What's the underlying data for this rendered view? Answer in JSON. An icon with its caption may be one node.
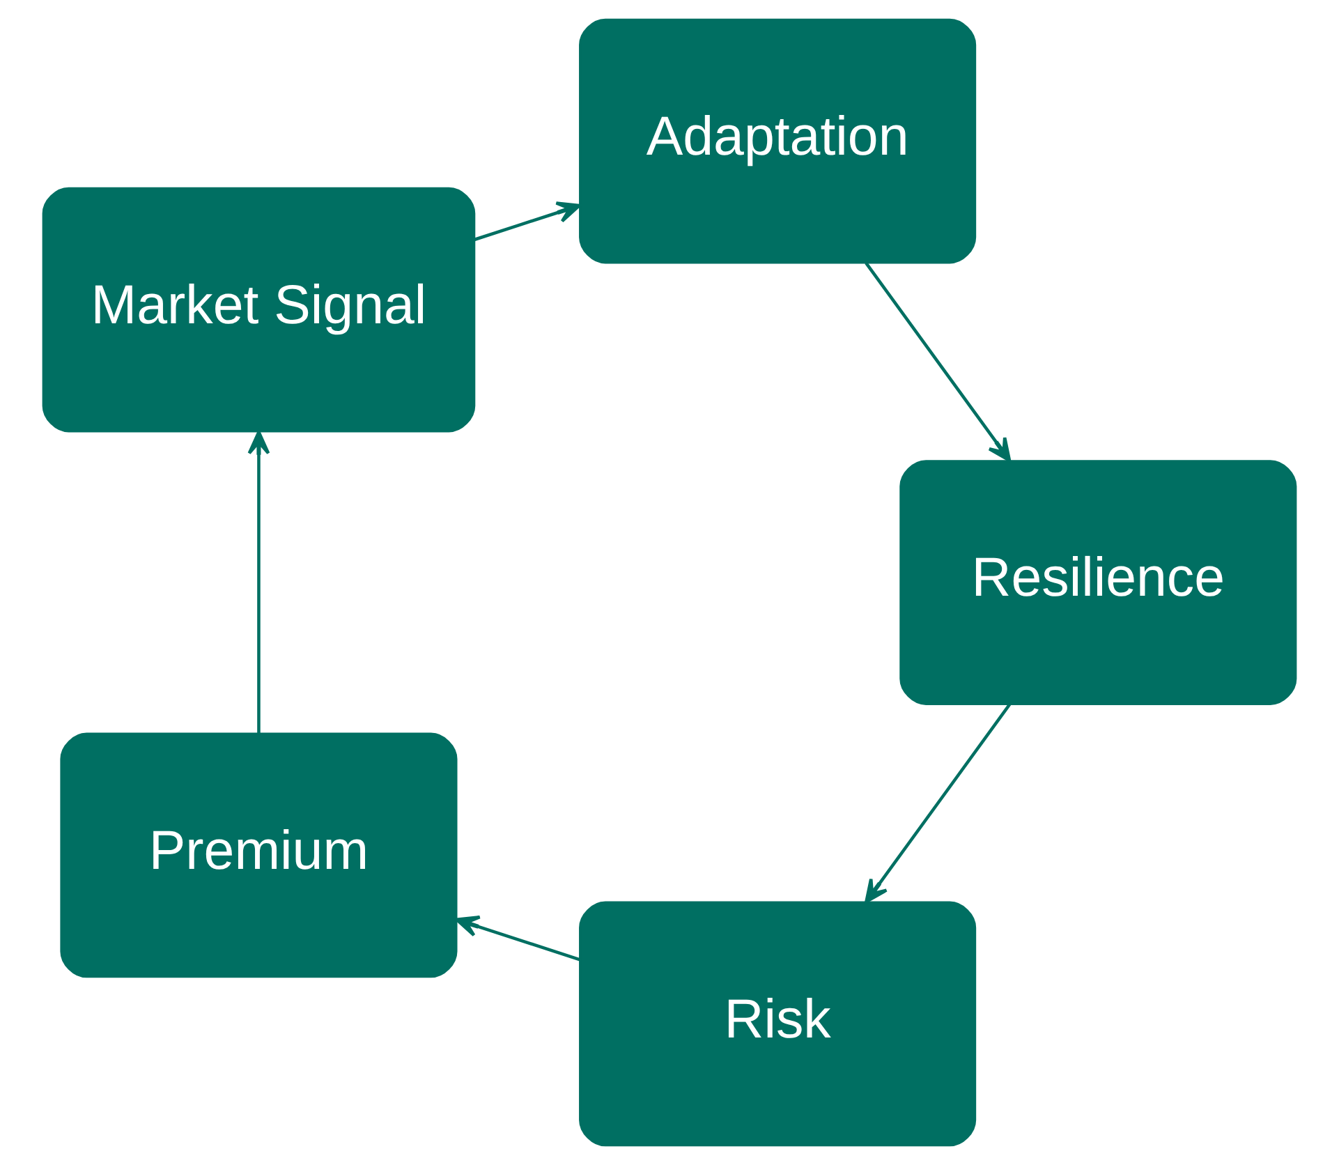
{
  "diagram": {
    "nodes": [
      {
        "text": [
          "Risk"
        ]
      },
      {
        "text": [
          "Premium"
        ]
      },
      {
        "text": [
          "Market Signal"
        ]
      },
      {
        "text": [
          "Adaptation"
        ]
      },
      {
        "text": [
          "Resilience"
        ]
      }
    ],
    "edges": [
      {
        "from": 0,
        "to": 1,
        "arrow": "to"
      },
      {
        "from": 1,
        "to": 2,
        "arrow": "to"
      },
      {
        "from": 2,
        "to": 3,
        "arrow": "to"
      },
      {
        "from": 3,
        "to": 4,
        "arrow": "to"
      },
      {
        "from": 4,
        "to": 0,
        "arrow": "to"
      }
    ]
  }
}
